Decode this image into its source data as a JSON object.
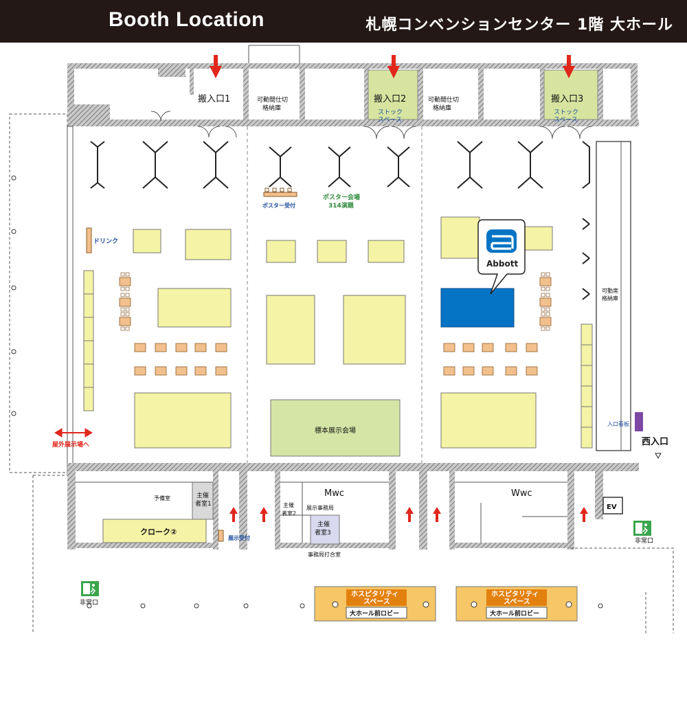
{
  "header": {
    "title": "Booth Location",
    "venue": "札幌コンベンションセンター 1階 大ホール"
  },
  "colors": {
    "wall": "#6f6f6f",
    "booth": "#f5f3a5",
    "specimen": "#d5e5a6",
    "abbott_booth": "#0574c4",
    "table": "#f2c08c",
    "arrow": "#e1261c",
    "sign_board": "#7c49a6",
    "stock": "#d6e4a0",
    "hospitality": "#f6c667",
    "hospitality_badge": "#e3810e",
    "text_blue": "#1f4e9d",
    "text_green": "#2f8a3b",
    "text_red": "#e1261c",
    "organizer3": "#d9d9ef",
    "exit_sign": "#3aa54d"
  },
  "labels": {
    "loading1": "搬入口1",
    "loading2": "搬入口2",
    "loading3": "搬入口3",
    "partition_storage_a": "可動間仕切",
    "partition_storage_b": "格納庫",
    "stock_a": "ストック",
    "stock_b": "スペース",
    "poster_reception": "ポスター受付",
    "poster_hall": "ポスター会場",
    "poster_count": "314演題",
    "drink": "ドリンク",
    "abbott": "Abbott",
    "movable_seat_a": "可動席",
    "movable_seat_b": "格納庫",
    "entrance_sign": "入口看板",
    "west_entrance": "西入口",
    "outdoor_a": "屋外展示場へ",
    "specimen_hall": "標本展示会場",
    "reserve_room": "予備室",
    "organizer1_a": "主催",
    "organizer1_b": "者室1",
    "organizer2_a": "主催",
    "organizer2_b": "者室2",
    "organizer3_a": "主催",
    "organizer3_b": "者室3",
    "cloak": "クローク②",
    "exhibit_reception": "展示受付",
    "mwc": "Mwc",
    "wwc": "Wwc",
    "exhibit_office": "展示事務局",
    "office_meeting": "事務局打合室",
    "ev": "EV",
    "emergency_exit": "非常口",
    "hosp_a": "ホスピタリティ",
    "hosp_b": "スペース",
    "lobby": "大ホール前ロビー"
  }
}
